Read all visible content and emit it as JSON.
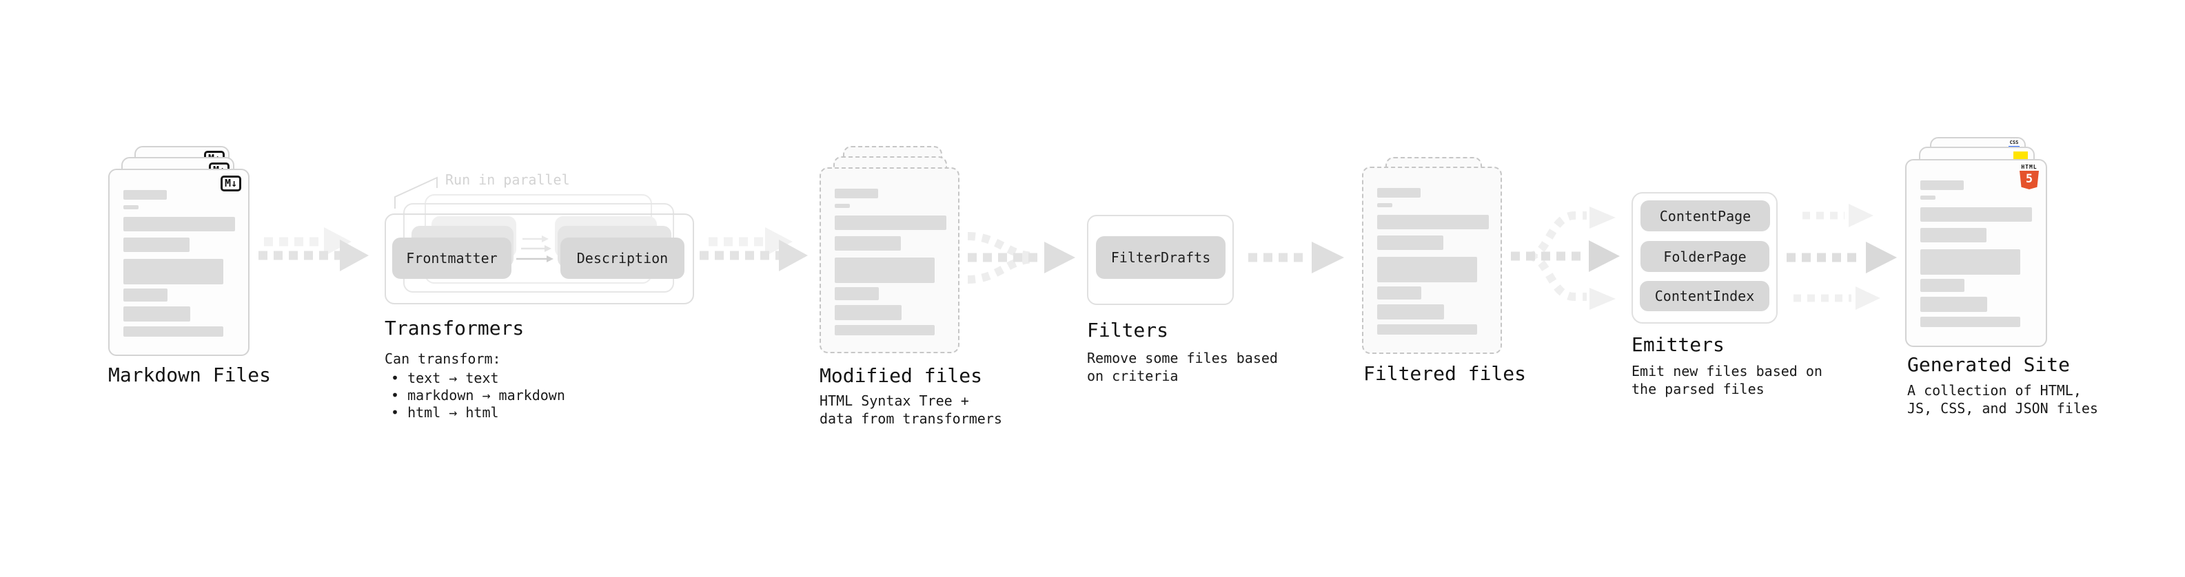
{
  "stages": {
    "markdown_files": {
      "label": "Markdown Files",
      "badge_label": "M↓"
    },
    "transformers": {
      "label": "Transformers",
      "annotation": "Run in parallel",
      "buttons": [
        "Frontmatter",
        "Description"
      ],
      "caption_title": "Can transform:",
      "bullets": [
        "text → text",
        "markdown → markdown",
        "html → html"
      ]
    },
    "modified_files": {
      "label": "Modified files",
      "caption_lines": [
        "HTML Syntax Tree +",
        "data from transformers"
      ]
    },
    "filters": {
      "label": "Filters",
      "buttons": [
        "FilterDrafts"
      ],
      "caption_lines": [
        "Remove some files based",
        "on criteria"
      ]
    },
    "filtered_files": {
      "label": "Filtered files"
    },
    "emitters": {
      "label": "Emitters",
      "buttons": [
        "ContentPage",
        "FolderPage",
        "ContentIndex"
      ],
      "caption_lines": [
        "Emit new files based on",
        "the parsed files"
      ]
    },
    "generated_site": {
      "label": "Generated Site",
      "caption_lines": [
        "A collection of HTML,",
        "JS, CSS, and JSON files"
      ],
      "html5_word": "HTML",
      "html5_number": "5",
      "css_label": "CSS"
    }
  },
  "colors": {
    "html5_orange": "#e5532c",
    "js_yellow": "#ffe400",
    "css_blue": "#2f6bff",
    "button_gray": "#d8d8d8",
    "arrow_gray": "#e3e3e3",
    "annotation_gray": "#d3d3d3"
  }
}
